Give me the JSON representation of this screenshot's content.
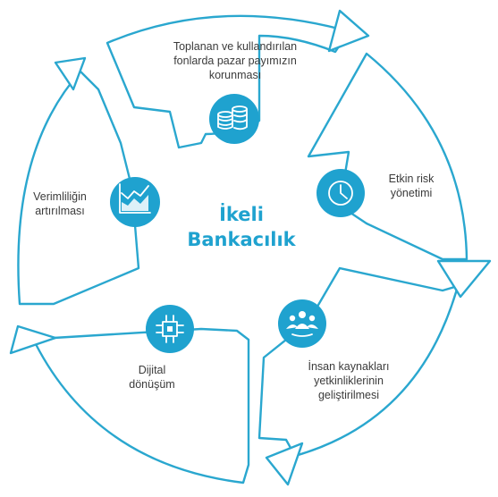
{
  "center": {
    "line1": "İkeli",
    "line2": "Bankacılık"
  },
  "segments": [
    {
      "id": "funds",
      "lines": [
        "Toplanan ve kullandırılan",
        "fonlarda pazar payımızın",
        "korunması"
      ],
      "icon": "coins-icon"
    },
    {
      "id": "risk",
      "lines": [
        "Etkin risk",
        "yönetimi"
      ],
      "icon": "clock-icon"
    },
    {
      "id": "hr",
      "lines": [
        "İnsan kaynakları",
        "yetkinliklerinin",
        "geliştirilmesi"
      ],
      "icon": "people-icon"
    },
    {
      "id": "digital",
      "lines": [
        "Dijital",
        "dönüşüm"
      ],
      "icon": "chip-icon"
    },
    {
      "id": "efficiency",
      "lines": [
        "Verimliliğin",
        "artırılması"
      ],
      "icon": "chart-icon"
    }
  ],
  "colors": {
    "accent": "#1fa2cf",
    "stroke": "#2aa7cf",
    "text": "#3b3b3b"
  }
}
